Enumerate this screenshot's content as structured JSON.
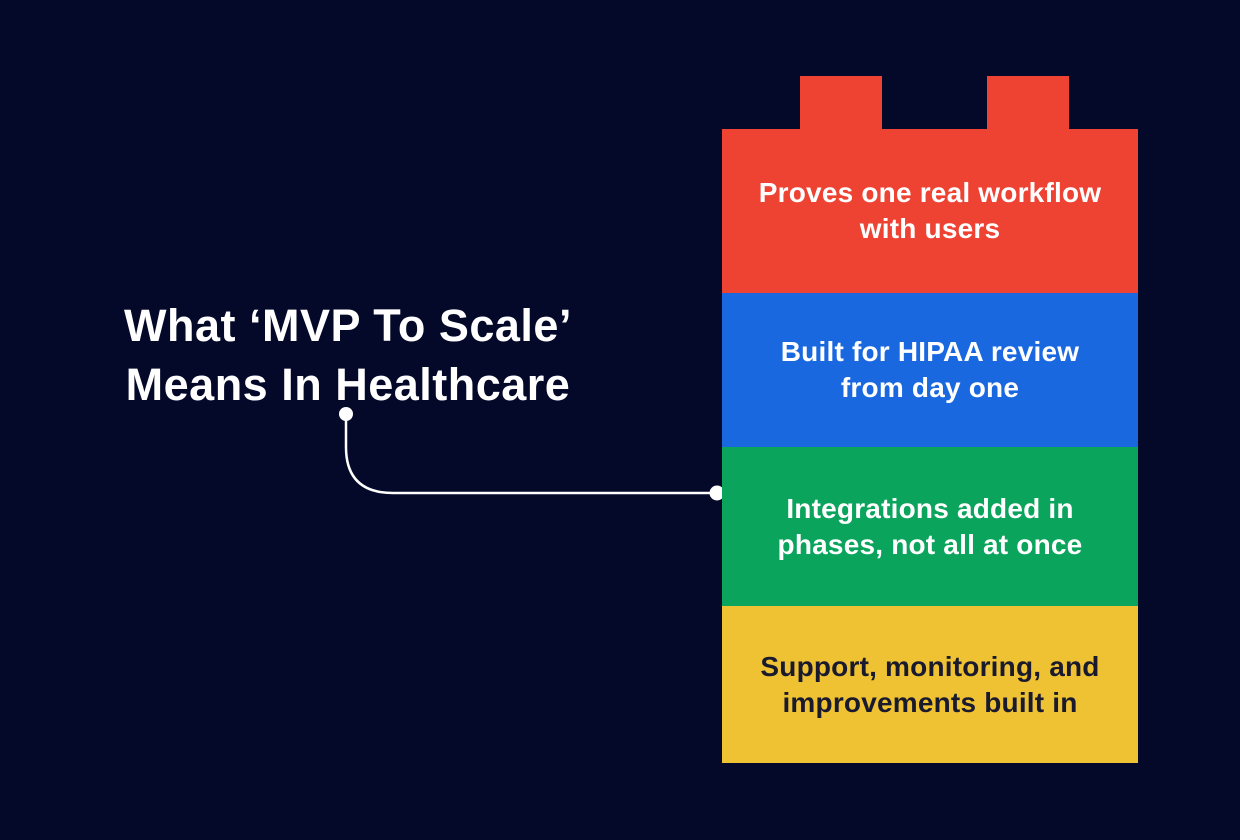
{
  "title": {
    "line1": "What ‘MVP To Scale’",
    "line2": "Means In Healthcare"
  },
  "colors": {
    "background": "#04092a",
    "title_text": "#ffffff",
    "connector": "#ffffff"
  },
  "blocks": [
    {
      "id": "proves-workflow",
      "lines": [
        "Proves one real workflow",
        "with users"
      ],
      "bg": "#ee4233",
      "fg": "#ffffff"
    },
    {
      "id": "hipaa-review",
      "lines": [
        "Built for HIPAA review",
        "from day one"
      ],
      "bg": "#1a68e0",
      "fg": "#ffffff"
    },
    {
      "id": "integrations",
      "lines": [
        "Integrations added in",
        "phases, not all at once"
      ],
      "bg": "#0aa45d",
      "fg": "#ffffff"
    },
    {
      "id": "support-monitoring",
      "lines": [
        "Support, monitoring, and",
        "improvements built in"
      ],
      "bg": "#eec233",
      "fg": "#1a1a2e"
    }
  ]
}
